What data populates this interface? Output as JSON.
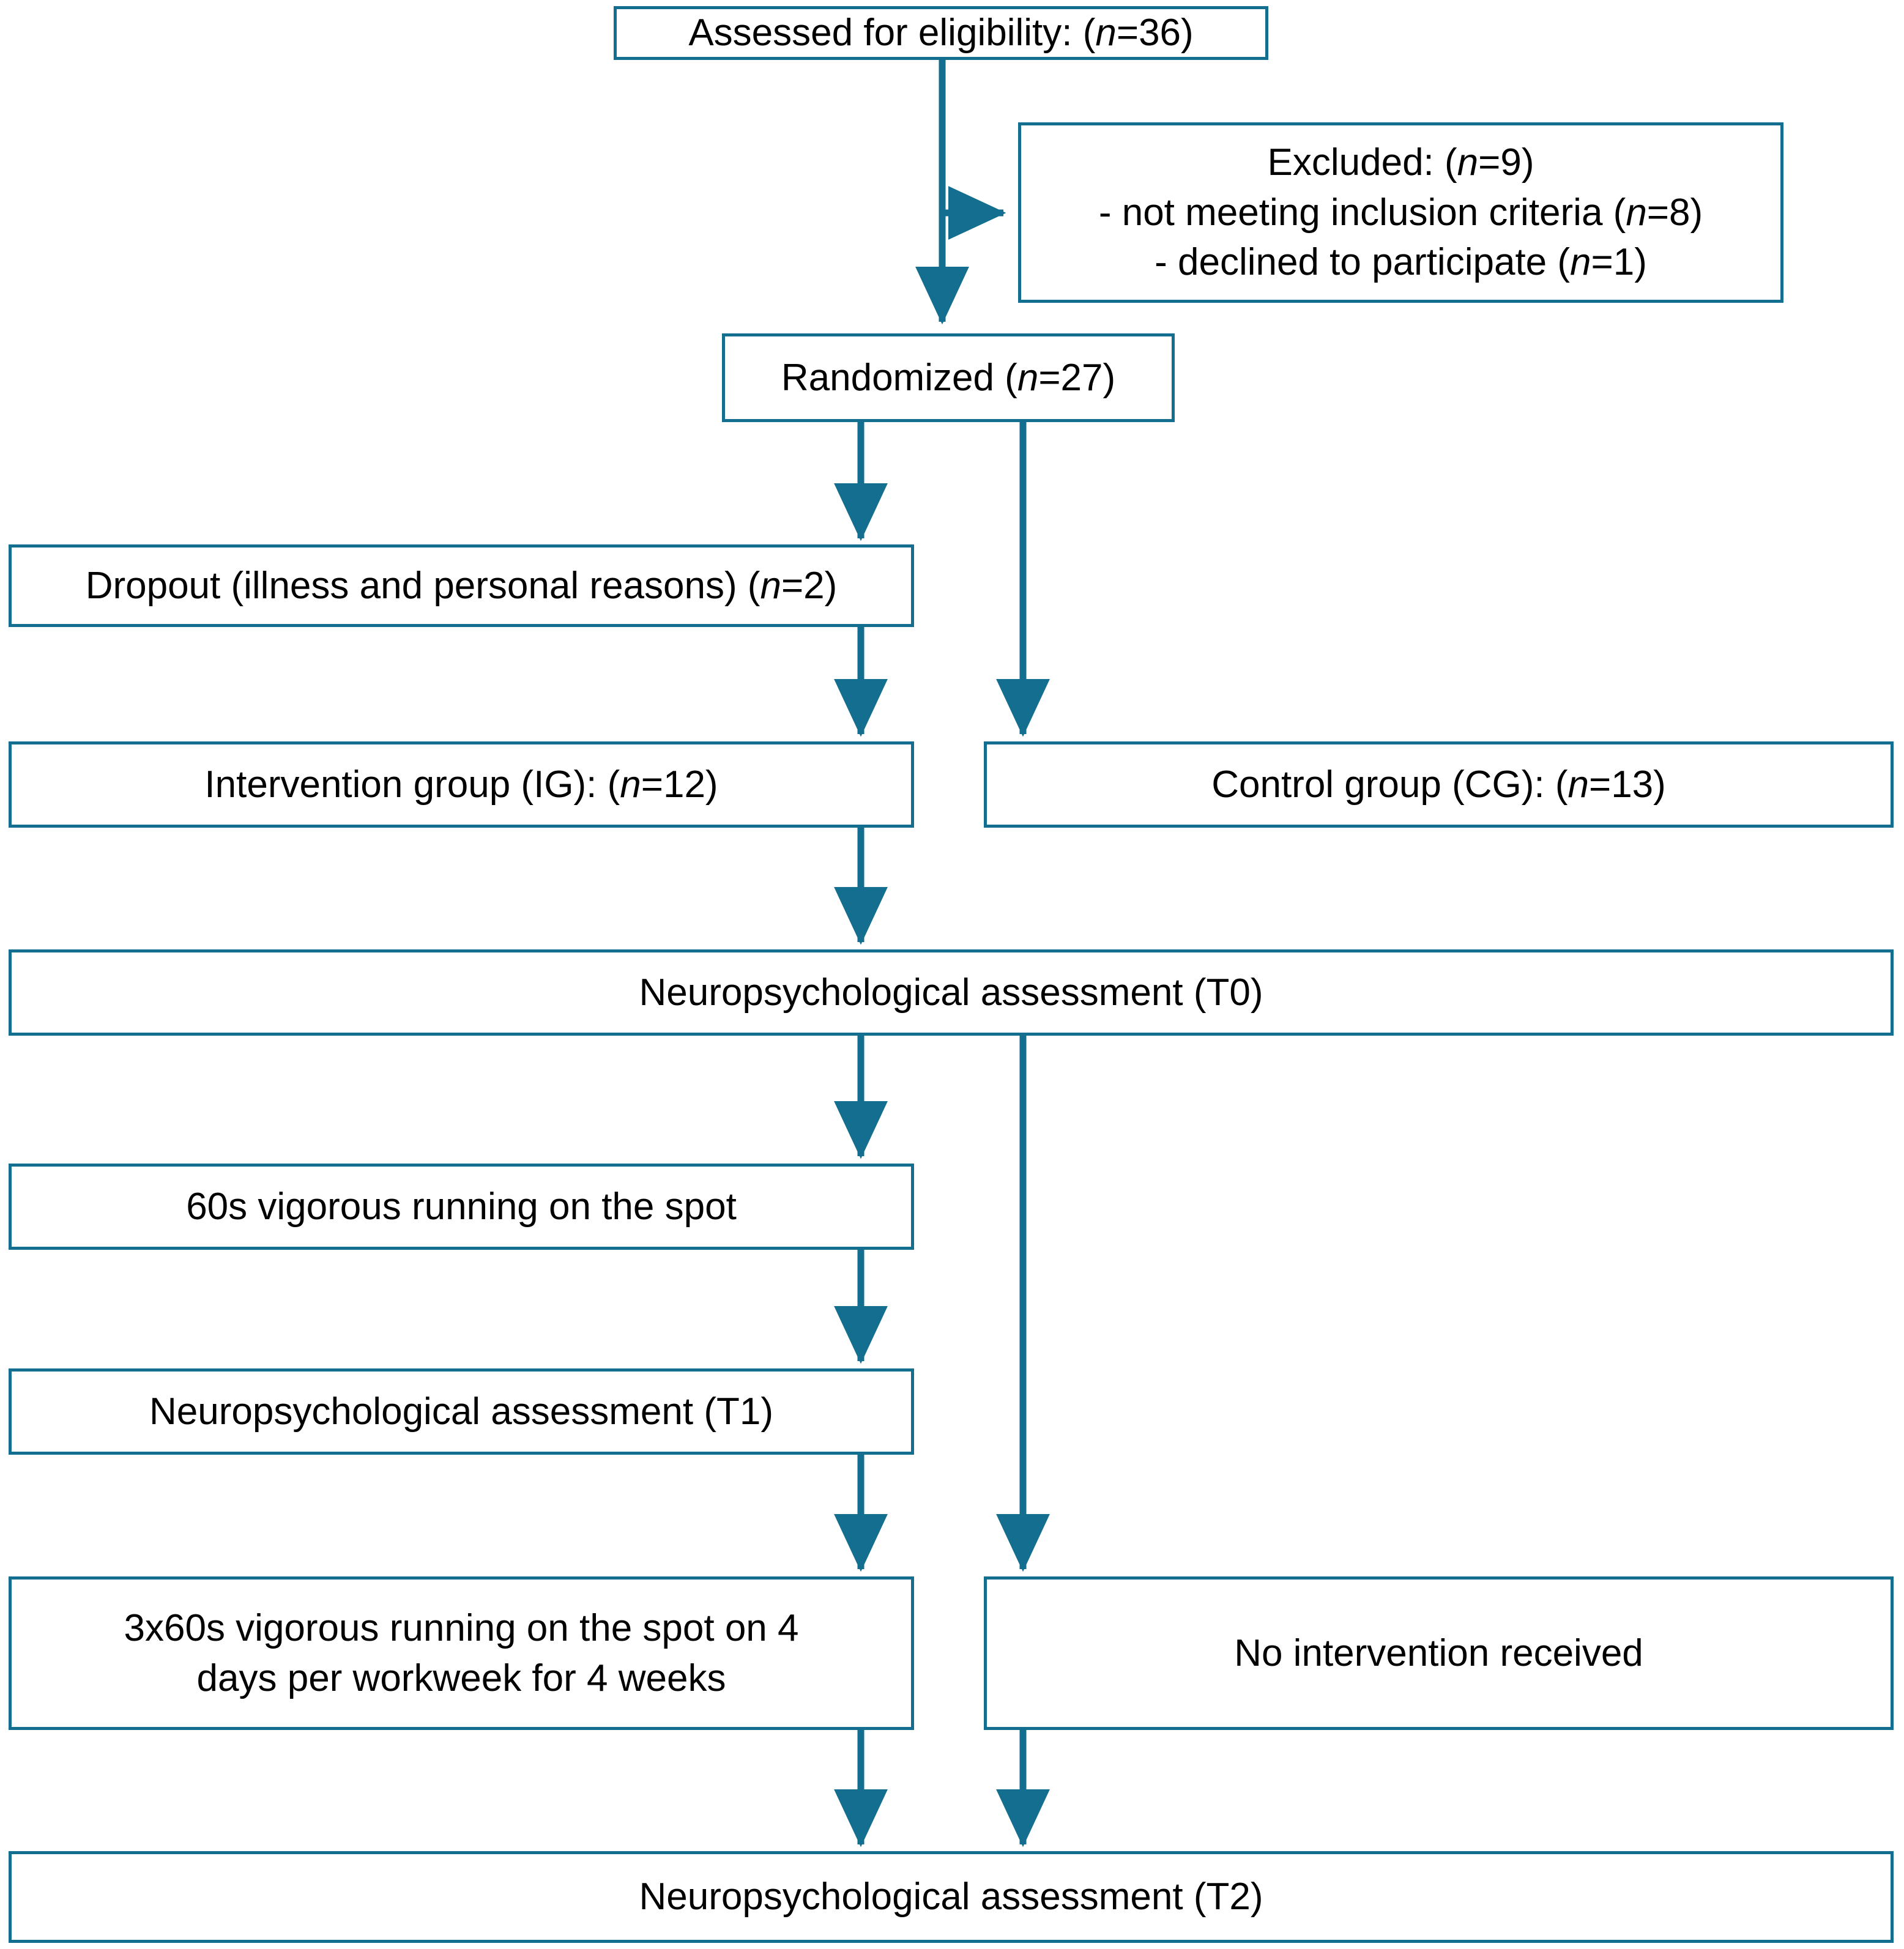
{
  "diagram": {
    "title": "CONSORT participant flow diagram",
    "accent_color": "#136E8F",
    "text_color": "#000000",
    "background_color": "#FFFFFF",
    "nodes": [
      {
        "id": "assessed",
        "name": "assessed-for-eligibility-box",
        "text": "Assessed for eligibility: (n=36)",
        "n": 36
      },
      {
        "id": "excluded",
        "name": "excluded-box",
        "text": "Excluded: (n=9)\n- not meeting inclusion criteria (n=8)\n- declined to participate (n=1)",
        "n": 9,
        "reasons": [
          {
            "label": "not meeting inclusion criteria",
            "n": 8
          },
          {
            "label": "declined to participate",
            "n": 1
          }
        ]
      },
      {
        "id": "randomized",
        "name": "randomized-box",
        "text": "Randomized (n=27)",
        "n": 27
      },
      {
        "id": "dropout",
        "name": "dropout-box",
        "text": "Dropout (illness and personal reasons) (n=2)",
        "n": 2
      },
      {
        "id": "intervention_group",
        "name": "intervention-group-box",
        "text": "Intervention group (IG): (n=12)",
        "n": 12
      },
      {
        "id": "control_group",
        "name": "control-group-box",
        "text": "Control group (CG): (n=13)",
        "n": 13
      },
      {
        "id": "assessment_t0",
        "name": "neuropsychological-assessment-t0-box",
        "text": "Neuropsychological assessment (T0)",
        "timepoint": "T0"
      },
      {
        "id": "run_60s",
        "name": "sixty-second-running-box",
        "text": "60s vigorous running on the spot"
      },
      {
        "id": "assessment_t1",
        "name": "neuropsychological-assessment-t1-box",
        "text": "Neuropsychological assessment (T1)",
        "timepoint": "T1"
      },
      {
        "id": "run_3x60s",
        "name": "three-by-sixty-second-running-box",
        "text": "3x60s vigorous running on the spot on 4\ndays per workweek for 4 weeks"
      },
      {
        "id": "no_intervention",
        "name": "no-intervention-received-box",
        "text": "No intervention received"
      },
      {
        "id": "assessment_t2",
        "name": "neuropsychological-assessment-t2-box",
        "text": "Neuropsychological assessment (T2)",
        "timepoint": "T2"
      }
    ],
    "edges": [
      {
        "from": "assessed",
        "to": "excluded",
        "name": "edge-assessed-to-excluded",
        "style": "elbow-right-arrow"
      },
      {
        "from": "assessed",
        "to": "randomized",
        "name": "edge-assessed-to-randomized",
        "style": "down-arrow"
      },
      {
        "from": "randomized",
        "to": "dropout",
        "name": "edge-randomized-to-dropout",
        "style": "down-arrow"
      },
      {
        "from": "randomized",
        "to": "control_group",
        "name": "edge-randomized-to-control-group",
        "style": "down-arrow"
      },
      {
        "from": "dropout",
        "to": "intervention_group",
        "name": "edge-dropout-to-intervention-group",
        "style": "down-arrow"
      },
      {
        "from": "intervention_group",
        "to": "assessment_t0",
        "name": "edge-intervention-group-to-t0",
        "style": "down-arrow"
      },
      {
        "from": "assessment_t0",
        "to": "run_60s",
        "name": "edge-t0-to-sixty-second-running",
        "style": "down-arrow"
      },
      {
        "from": "run_60s",
        "to": "assessment_t1",
        "name": "edge-sixty-second-running-to-t1",
        "style": "down-arrow"
      },
      {
        "from": "assessment_t1",
        "to": "run_3x60s",
        "name": "edge-t1-to-three-by-sixty-running",
        "style": "down-arrow"
      },
      {
        "from": "assessment_t0",
        "to": "no_intervention",
        "name": "edge-t0-to-no-intervention",
        "style": "down-arrow"
      },
      {
        "from": "run_3x60s",
        "to": "assessment_t2",
        "name": "edge-three-by-sixty-running-to-t2",
        "style": "down-arrow"
      },
      {
        "from": "no_intervention",
        "to": "assessment_t2",
        "name": "edge-no-intervention-to-t2",
        "style": "down-arrow"
      }
    ]
  }
}
